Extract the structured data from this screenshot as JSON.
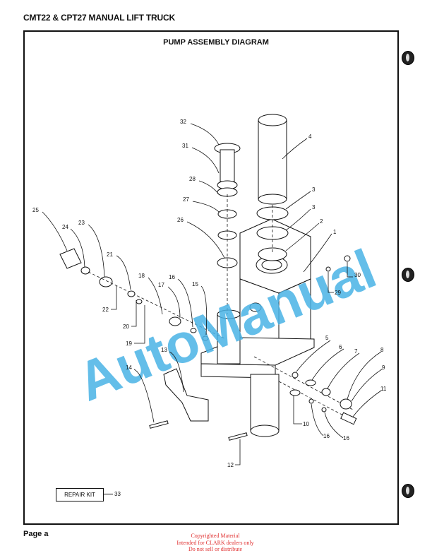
{
  "header": {
    "title": "CMT22 & CPT27 MANUAL LIFT TRUCK"
  },
  "diagram": {
    "title": "PUMP ASSEMBLY DIAGRAM",
    "watermark": "AutoManual",
    "callouts": [
      "32",
      "31",
      "28",
      "27",
      "26",
      "4",
      "3",
      "3",
      "2",
      "1",
      "25",
      "24",
      "23",
      "21",
      "18",
      "17",
      "16",
      "15",
      "22",
      "20",
      "19",
      "13",
      "14",
      "5",
      "6",
      "7",
      "8",
      "9",
      "10",
      "16",
      "16",
      "11",
      "12",
      "30",
      "29"
    ],
    "repair_kit": {
      "label": "REPAIR KIT",
      "number": "33"
    }
  },
  "footer": {
    "page": "Page a",
    "copyright": [
      "Copyrighted Material",
      "Intended for CLARK dealers only",
      "Do not sell or distribute"
    ]
  }
}
